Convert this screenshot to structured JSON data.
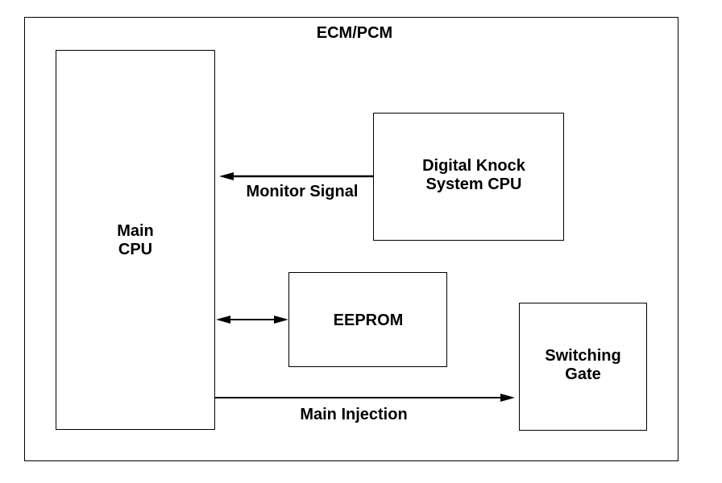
{
  "outer": {
    "title": "ECM/PCM"
  },
  "blocks": {
    "main_cpu": {
      "line1": "Main",
      "line2": "CPU"
    },
    "knock_cpu": {
      "line1": "Digital Knock",
      "line2": "System CPU"
    },
    "eeprom": {
      "label": "EEPROM"
    },
    "switching_gate": {
      "line1": "Switching",
      "line2": "Gate"
    }
  },
  "signals": {
    "monitor": "Monitor Signal",
    "injection": "Main Injection"
  }
}
